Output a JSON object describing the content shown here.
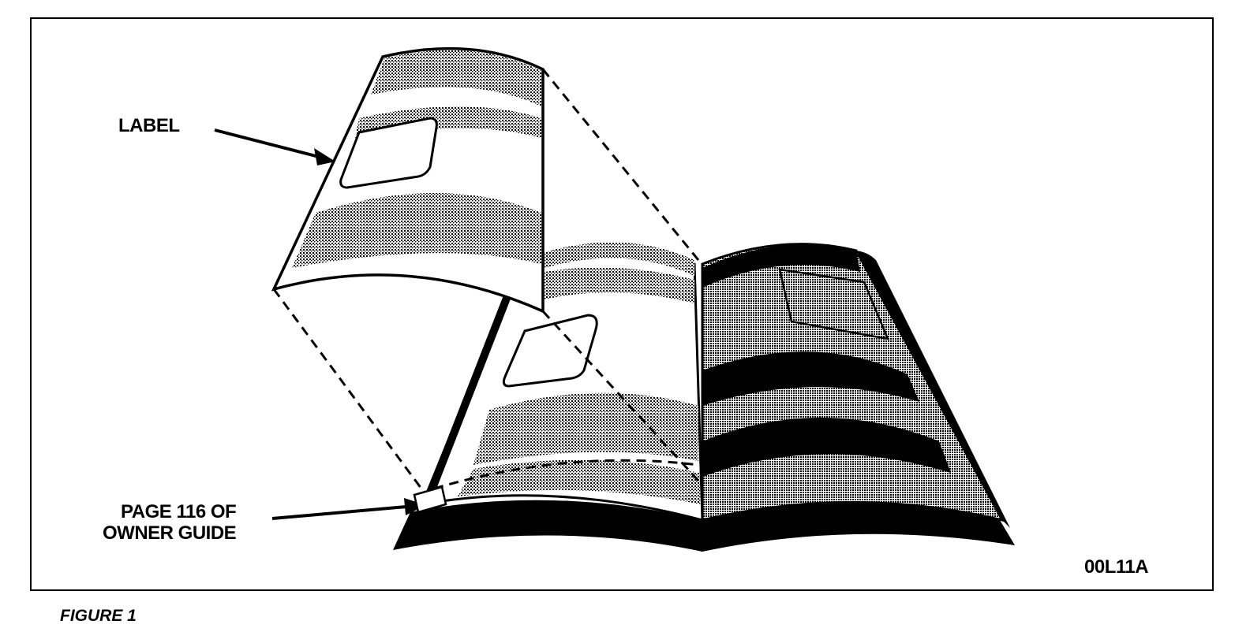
{
  "callouts": {
    "label": "LABEL",
    "page_line1": "PAGE 116 OF",
    "page_line2": "OWNER GUIDE"
  },
  "figure_code": "00L11A",
  "caption": "FIGURE 1",
  "colors": {
    "ink": "#000000",
    "paper": "#ffffff",
    "halftone": "#9a9a9a"
  }
}
